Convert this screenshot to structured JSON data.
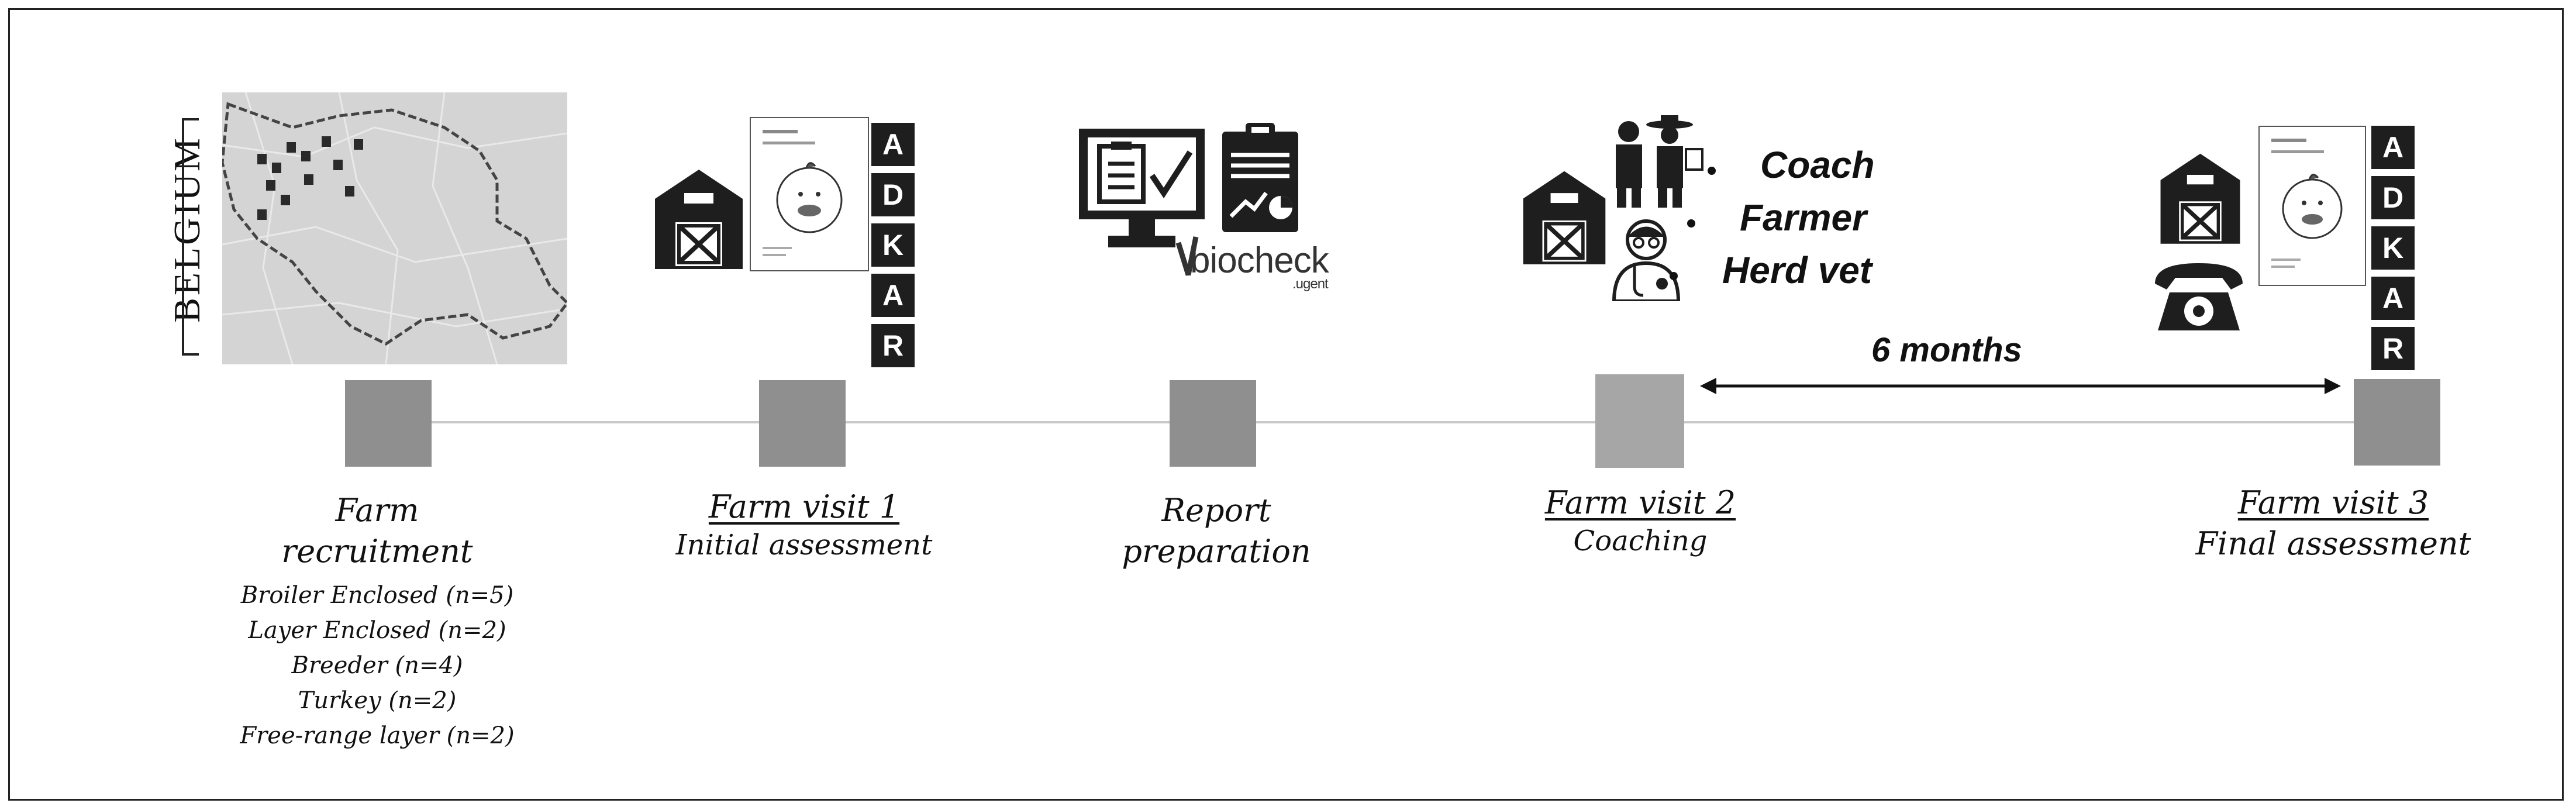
{
  "country_label": "BELGIUM",
  "timeline": [
    {
      "title": "Farm",
      "title2": "recruitment",
      "sublines": [
        "Broiler Enclosed (n=5)",
        "Layer Enclosed (n=2)",
        "Breeder (n=4)",
        "Turkey (n=2)",
        "Free-range layer (n=2)"
      ]
    },
    {
      "title": "Farm visit 1",
      "sub": "Initial assessment"
    },
    {
      "title": "Report",
      "title2": "preparation"
    },
    {
      "title": "Farm visit 2",
      "sub": "Coaching"
    },
    {
      "title": "Farm visit 3",
      "sub": "Final assessment"
    }
  ],
  "participants": [
    "Coach",
    "Farmer",
    "Herd vet"
  ],
  "interval_label": "6 months",
  "adkar_letters": [
    "A",
    "D",
    "K",
    "A",
    "R"
  ],
  "logo_text": "biocheck",
  "logo_subtext": ".ugent",
  "colors": {
    "node": "#8f8f8f",
    "node_light": "#a6a6a6",
    "line": "#c9c9c9",
    "icon": "#1e1e1e"
  },
  "icons": [
    "belgium-map",
    "barn-icon",
    "report-document",
    "adkar-blocks",
    "computer-checklist-icon",
    "clipboard-chart-icon",
    "farmer-coach-icon",
    "vet-icon",
    "telephone-icon"
  ]
}
